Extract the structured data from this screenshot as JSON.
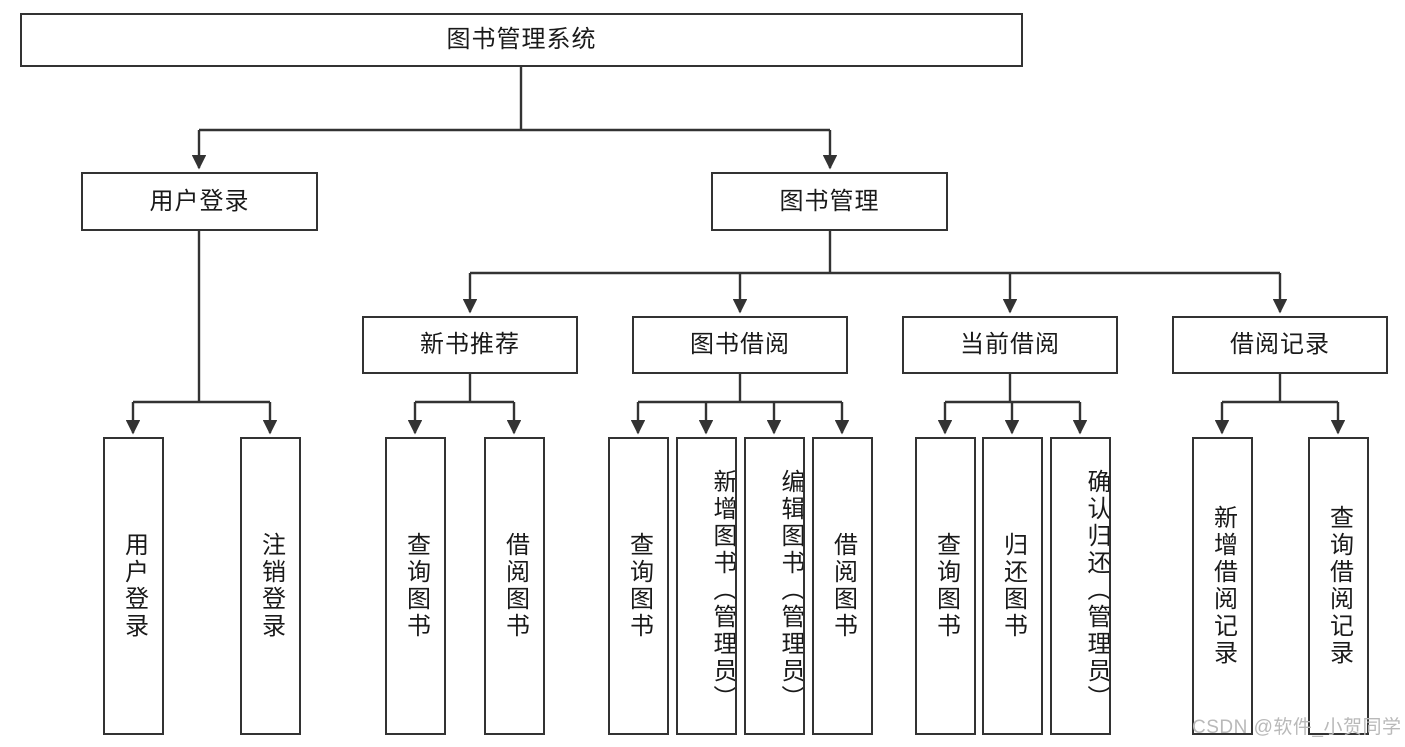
{
  "diagram": {
    "type": "tree-hierarchy",
    "title": "图书管理系统",
    "watermark": "CSDN @软件_小贺同学",
    "colors": {
      "box_border": "#333333",
      "box_fill": "#ffffff",
      "edge": "#333333",
      "text": "#1a1a1a",
      "watermark": "#b9b9b9",
      "background": "#ffffff"
    },
    "levels": {
      "root": "图书管理系统",
      "level2": [
        "用户登录",
        "图书管理"
      ],
      "level3": [
        "新书推荐",
        "图书借阅",
        "当前借阅",
        "借阅记录"
      ],
      "level4_orientation": "vertical"
    },
    "nodes": {
      "root": {
        "id": "root",
        "label": "图书管理系统",
        "orientation": "horizontal"
      },
      "user_login": {
        "id": "user-login",
        "label": "用户登录",
        "orientation": "horizontal"
      },
      "book_manage": {
        "id": "book-manage",
        "label": "图书管理",
        "orientation": "horizontal"
      },
      "new_book_rec": {
        "id": "new-book-recommend",
        "label": "新书推荐",
        "orientation": "horizontal"
      },
      "book_borrow": {
        "id": "book-borrow",
        "label": "图书借阅",
        "orientation": "horizontal"
      },
      "current_borrow": {
        "id": "current-borrow",
        "label": "当前借阅",
        "orientation": "horizontal"
      },
      "borrow_record": {
        "id": "borrow-record",
        "label": "借阅记录",
        "orientation": "horizontal"
      },
      "leaf_user_login": {
        "id": "leaf-user-login",
        "label": "用户登录",
        "orientation": "vertical"
      },
      "leaf_logout": {
        "id": "leaf-logout-login",
        "label": "注销登录",
        "orientation": "vertical"
      },
      "leaf_query_book_1": {
        "id": "leaf-query-book-recommend",
        "label": "查询图书",
        "orientation": "vertical"
      },
      "leaf_borrow_book_1": {
        "id": "leaf-borrow-book-recommend",
        "label": "借阅图书",
        "orientation": "vertical"
      },
      "leaf_query_book_2": {
        "id": "leaf-query-book-borrow",
        "label": "查询图书",
        "orientation": "vertical"
      },
      "leaf_add_book": {
        "id": "leaf-add-book-admin",
        "label": "新增图书（管理员）",
        "orientation": "vertical"
      },
      "leaf_edit_book": {
        "id": "leaf-edit-book-admin",
        "label": "编辑图书（管理员）",
        "orientation": "vertical"
      },
      "leaf_borrow_book_2": {
        "id": "leaf-borrow-book-borrow",
        "label": "借阅图书",
        "orientation": "vertical"
      },
      "leaf_query_book_3": {
        "id": "leaf-query-book-current",
        "label": "查询图书",
        "orientation": "vertical"
      },
      "leaf_return_book": {
        "id": "leaf-return-book",
        "label": "归还图书",
        "orientation": "vertical"
      },
      "leaf_confirm_return": {
        "id": "leaf-confirm-return-admin",
        "label": "确认归还（管理员）",
        "orientation": "vertical"
      },
      "leaf_add_record": {
        "id": "leaf-add-borrow-record",
        "label": "新增借阅记录",
        "orientation": "vertical"
      },
      "leaf_query_record": {
        "id": "leaf-query-borrow-record",
        "label": "查询借阅记录",
        "orientation": "vertical"
      }
    }
  }
}
